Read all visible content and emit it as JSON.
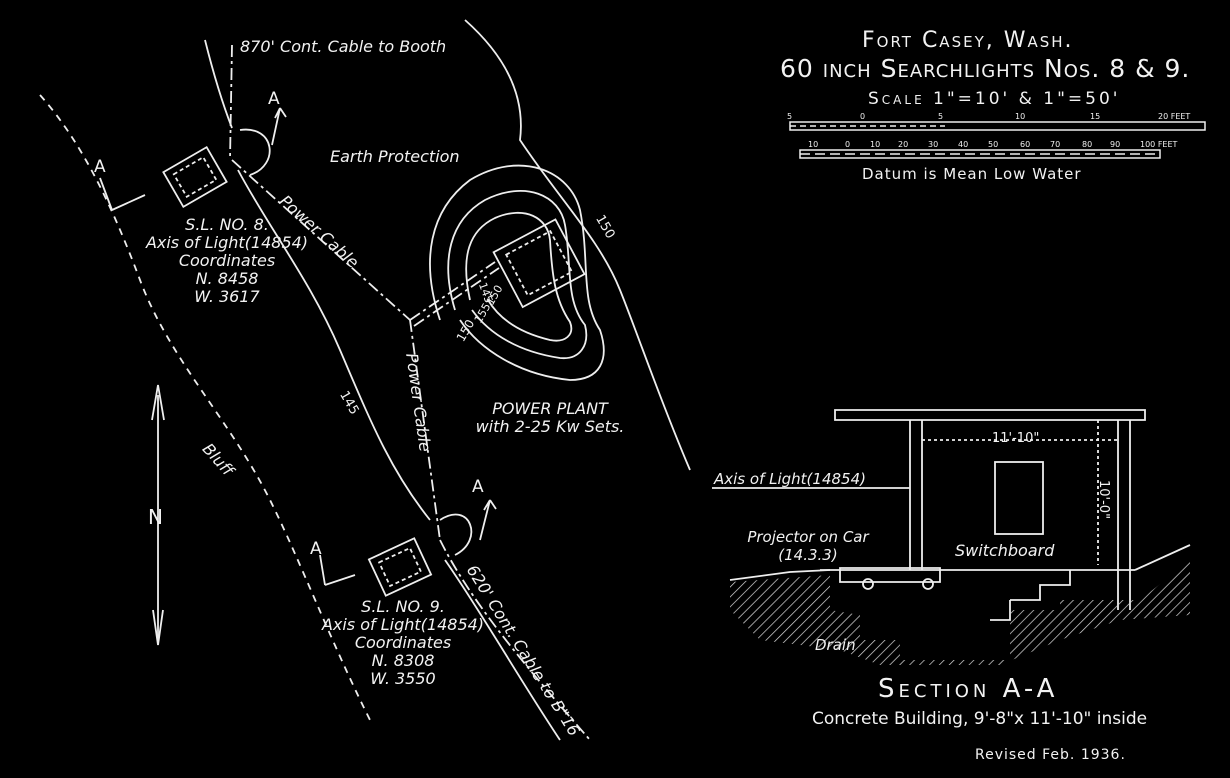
{
  "title": {
    "line1": "Fort Casey, Wash.",
    "line2": "60 inch Searchlights Nos. 8 & 9.",
    "line3": "Scale 1\"=10' & 1\"=50'",
    "datum": "Datum is Mean Low Water"
  },
  "scale_bar_small": {
    "ticks": [
      "5",
      "0",
      "5",
      "10",
      "15",
      "20 FEET"
    ]
  },
  "scale_bar_large": {
    "ticks": [
      "10",
      "0",
      "10",
      "20",
      "30",
      "40",
      "50",
      "60",
      "70",
      "80",
      "90",
      "100 FEET"
    ]
  },
  "plan": {
    "cable_to_booth": "870' Cont. Cable to Booth",
    "earth_protection": "Earth Protection",
    "power_cable_upper": "Power Cable",
    "power_cable_lower": "Power Cable",
    "bluff": "Bluff",
    "north": "N",
    "section_marker": "A",
    "cable_to_b16": "620' Cont. Cable to B\"16",
    "contour_150_upper": "150",
    "contour_145_left": "145",
    "contour_145_plant": "145",
    "contour_150_plant": "150",
    "contour_155_plant": "155",
    "contour_150_lower": "150",
    "sl8": {
      "name": "S.L. NO. 8.",
      "axis": "Axis of Light(14854)",
      "coord_label": "Coordinates",
      "north": "N. 8458",
      "west": "W. 3617"
    },
    "sl9": {
      "name": "S.L. NO. 9.",
      "axis": "Axis of Light(14854)",
      "coord_label": "Coordinates",
      "north": "N. 8308",
      "west": "W. 3550"
    },
    "power_plant": {
      "name": "POWER PLANT",
      "detail": "with 2-25 Kw Sets."
    }
  },
  "section": {
    "title": "Section A-A",
    "subtitle": "Concrete Building, 9'-8\"x 11'-10\" inside",
    "width_dim": "11'-10\"",
    "height_dim": "10'-0\"",
    "axis_label": "Axis of Light(14854)",
    "projector_label": "Projector on Car",
    "projector_elev": "(14.3.3)",
    "switchboard": "Switchboard",
    "drain": "Drain"
  },
  "revised": "Revised Feb. 1936."
}
